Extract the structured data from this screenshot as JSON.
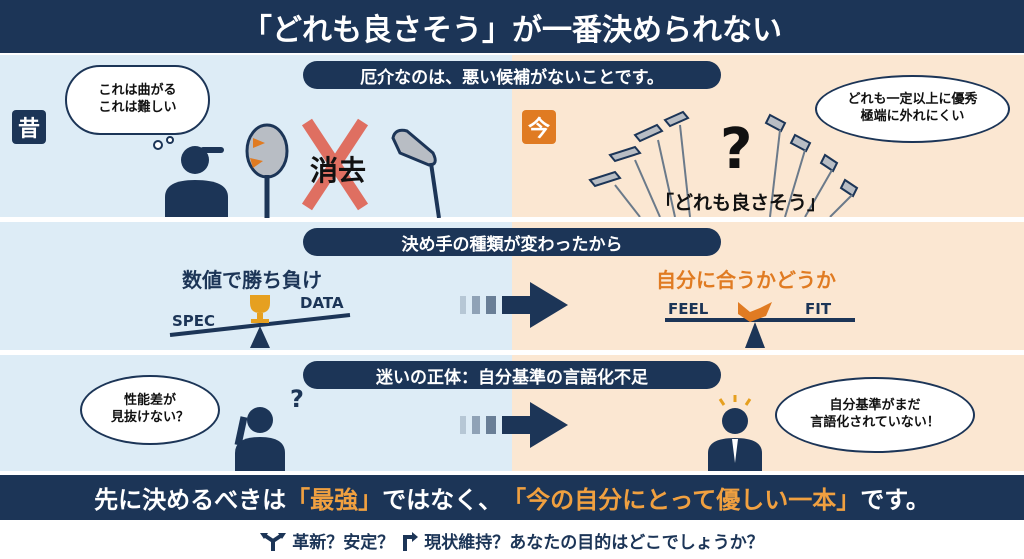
{
  "title": "「どれも良さそう」が一番決められない",
  "section1": {
    "header": "厄介なのは、悪い候補がないことです。",
    "past_badge": "昔",
    "now_badge": "今",
    "past_bubble_1": "これは曲がる",
    "past_bubble_2": "これは難しい",
    "erase_label": "消去",
    "question_mark": "?",
    "now_caption": "「どれも良さそう」",
    "now_bubble_1": "どれも一定以上に優秀",
    "now_bubble_2": "極端に外れにくい"
  },
  "section2": {
    "header": "決め手の種類が変わったから",
    "left_title": "数値で勝ち負け",
    "spec": "SPEC",
    "data": "DATA",
    "right_title": "自分に合うかどうか",
    "feel": "FEEL",
    "fit": "FIT"
  },
  "section3": {
    "header": "迷いの正体：自分基準の言語化不足",
    "left_bubble_1": "性能差が",
    "left_bubble_2": "見抜けない？",
    "right_bubble_1": "自分基準がまだ",
    "right_bubble_2": "言語化されていない！",
    "question_mark": "?"
  },
  "banner": {
    "pre": "先に決めるべきは",
    "h1": "「最強」",
    "mid": "ではなく、",
    "h2": "「今の自分にとって優しい一本」",
    "post": "です。"
  },
  "footer": {
    "text": "革新？安定？",
    "text2": "現状維持？あなたの目的はどこでしょうか？"
  },
  "colors": {
    "navy": "#1c3557",
    "orange": "#e07b22",
    "red": "#e05a48"
  }
}
